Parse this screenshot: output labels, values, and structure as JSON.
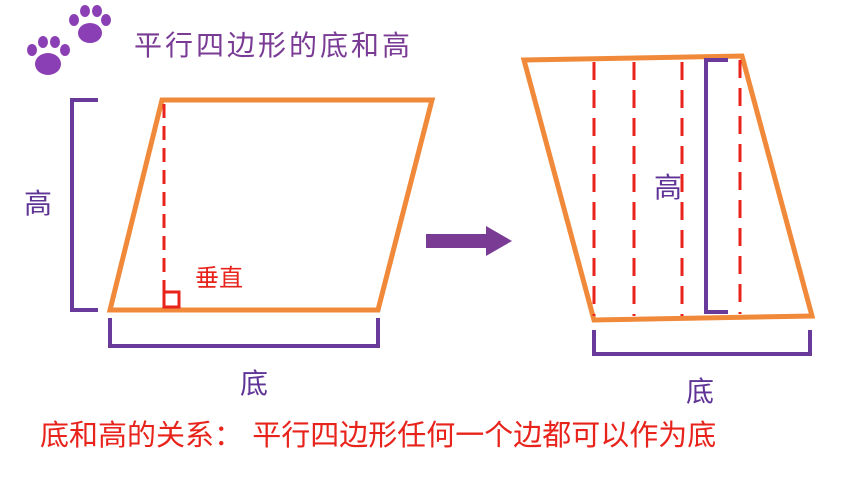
{
  "title": "平行四边形的底和高",
  "left_figure": {
    "height_label": "高",
    "perpendicular_label": "垂直",
    "base_label": "底"
  },
  "right_figure": {
    "height_label": "高",
    "base_label": "底"
  },
  "relation_text": "底和高的关系： 平行四边形任何一个边都可以作为底",
  "colors": {
    "parallelogram_stroke": "#f0893a",
    "height_lines": "#e8231b",
    "brackets": "#6a3a9a",
    "arrow": "#7a3b95",
    "paw_icon": "#8b3fb5",
    "title": "#7a3b95"
  },
  "icons": [
    "paw-print-icon",
    "arrow-right-icon",
    "right-angle-icon"
  ]
}
